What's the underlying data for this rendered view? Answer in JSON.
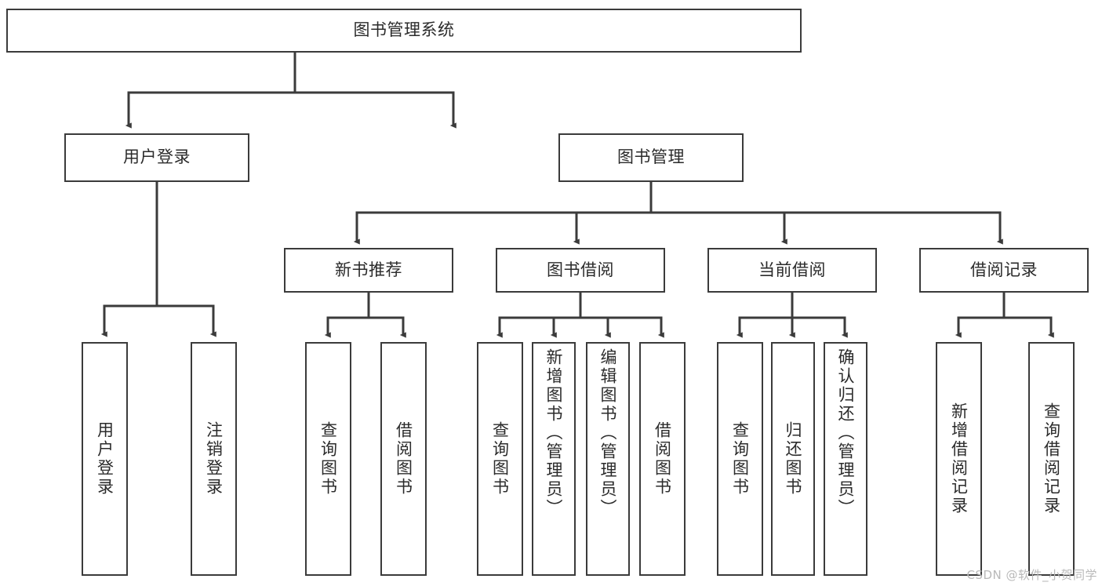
{
  "diagram": {
    "title": "图书管理系统",
    "type": "tree",
    "watermark": "CSDN @软件_小贺同学",
    "colors": {
      "box_border": "#3b3b3b",
      "connector": "#3b3b3b",
      "background": "#ffffff",
      "text": "#2b2b2b",
      "watermark": "#b9b9b9"
    },
    "nodes": {
      "root": {
        "label": "图书管理系统"
      },
      "level2": [
        {
          "id": "user-login",
          "label": "用户登录"
        },
        {
          "id": "book-management",
          "label": "图书管理"
        }
      ],
      "level3": [
        {
          "id": "new-book-recommend",
          "label": "新书推荐"
        },
        {
          "id": "book-borrow",
          "label": "图书借阅"
        },
        {
          "id": "current-borrow",
          "label": "当前借阅"
        },
        {
          "id": "borrow-record",
          "label": "借阅记录"
        }
      ],
      "leaves": {
        "user-login": [
          {
            "id": "leaf-user-login",
            "label": "用户登录"
          },
          {
            "id": "leaf-logout",
            "label": "注销登录"
          }
        ],
        "new-book-recommend": [
          {
            "id": "leaf-query-book-1",
            "label": "查询图书"
          },
          {
            "id": "leaf-borrow-book-1",
            "label": "借阅图书"
          }
        ],
        "book-borrow": [
          {
            "id": "leaf-query-book-2",
            "label": "查询图书"
          },
          {
            "id": "leaf-add-book",
            "label": "新增图书（管理员）"
          },
          {
            "id": "leaf-edit-book",
            "label": "编辑图书（管理员）"
          },
          {
            "id": "leaf-borrow-book-2",
            "label": "借阅图书"
          }
        ],
        "current-borrow": [
          {
            "id": "leaf-query-book-3",
            "label": "查询图书"
          },
          {
            "id": "leaf-return-book",
            "label": "归还图书"
          },
          {
            "id": "leaf-confirm-return",
            "label": "确认归还（管理员）"
          }
        ],
        "borrow-record": [
          {
            "id": "leaf-add-record",
            "label": "新增借阅记录"
          },
          {
            "id": "leaf-query-record",
            "label": "查询借阅记录"
          }
        ]
      }
    }
  }
}
